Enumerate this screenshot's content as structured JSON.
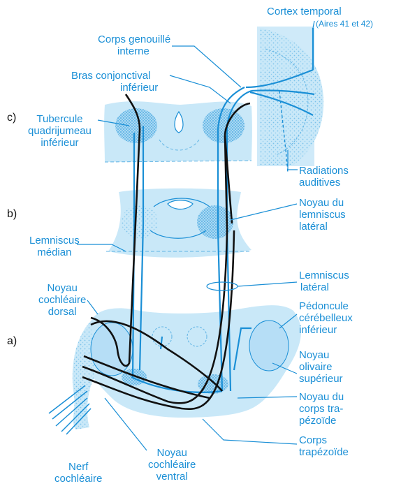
{
  "sections": {
    "c": "c)",
    "b": "b)",
    "a": "a)"
  },
  "labels": {
    "cortex_temporal": "Cortex temporal",
    "aires": "(Aires 41 et 42)",
    "corps_genouille_1": "Corps genouillé",
    "corps_genouille_2": "interne",
    "bras_1": "Bras conjonctival",
    "bras_2": "inférieur",
    "tubercule_1": "Tubercule",
    "tubercule_2": "quadrijumeau",
    "tubercule_3": "inférieur",
    "radiations_1": "Radiations",
    "radiations_2": "auditives",
    "noyau_lemn_1": "Noyau du",
    "noyau_lemn_2": "lemniscus",
    "noyau_lemn_3": "latéral",
    "lemn_median_1": "Lemniscus",
    "lemn_median_2": "médian",
    "lemn_lat_1": "Lemniscus",
    "lemn_lat_2": "latéral",
    "noyau_coch_dorsal_1": "Noyau",
    "noyau_coch_dorsal_2": "cochléaire",
    "noyau_coch_dorsal_3": "dorsal",
    "pedoncule_1": "Pédoncule",
    "pedoncule_2": "cérébelleux",
    "pedoncule_3": "inférieur",
    "noyau_oliv_1": "Noyau",
    "noyau_oliv_2": "olivaire",
    "noyau_oliv_3": "supérieur",
    "noyau_corps_1": "Noyau du",
    "noyau_corps_2": "corps tra-",
    "noyau_corps_3": "pézoïde",
    "corps_trap_1": "Corps",
    "corps_trap_2": "trapézoïde",
    "nerf_1": "Nerf",
    "nerf_2": "cochléaire",
    "noyau_ventral_1": "Noyau",
    "noyau_ventral_2": "cochléaire",
    "noyau_ventral_3": "ventral"
  },
  "colors": {
    "label": "#1a8fd6",
    "tissue": "#bfe3f7",
    "tissue_dots": "#6cb8e6",
    "pathway_blue": "#1a8fd6",
    "pathway_black": "#111111"
  }
}
